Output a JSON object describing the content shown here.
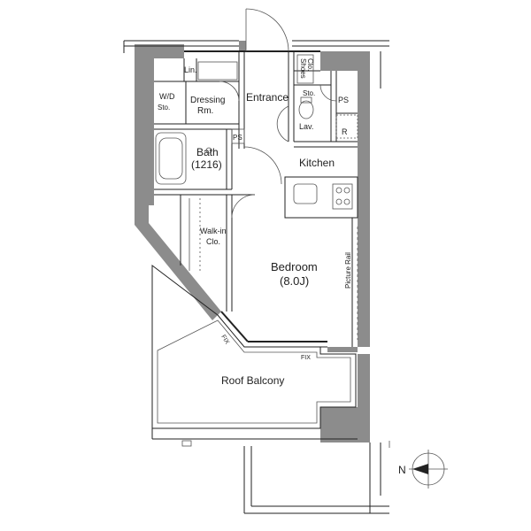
{
  "labels": {
    "lin": "Lin.",
    "wd": "W/D",
    "sto_wd": "Sto.",
    "dressing_1": "Dressing",
    "dressing_2": "Rm.",
    "entrance": "Entrance",
    "shoes_1": "Shoes",
    "shoes_2": "Clo.",
    "sto_kitchen": "Sto.",
    "ps_top": "PS",
    "lav": "Lav.",
    "r": "R",
    "bath": "Bath",
    "bath_size": "(1216)",
    "ps_bath": "PS",
    "kitchen": "Kitchen",
    "walkin_1": "Walk-in",
    "walkin_2": "Clo.",
    "bedroom": "Bedroom",
    "bedroom_size": "(8.0J)",
    "picture_rail": "Picture Rail",
    "fix_1": "FIX",
    "fix_2": "FIX",
    "roof_balcony": "Roof Balcony",
    "north": "N"
  }
}
